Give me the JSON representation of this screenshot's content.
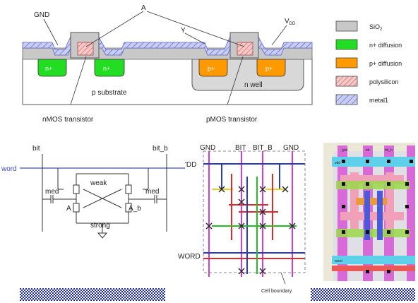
{
  "cross_section": {
    "labels": {
      "gnd": "GND",
      "a": "A",
      "y": "Y",
      "vdd": "V",
      "vdd_sub": "DD",
      "n_plus_left": "n+",
      "n_plus_right": "n+",
      "p_plus_left": "p+",
      "p_plus_right": "p+",
      "p_substrate": "p substrate",
      "n_well": "n well",
      "nmos_transistor": "nMOS transistor",
      "pmos_transistor": "pMOS transistor"
    },
    "colors": {
      "oxide": "#c8c8c8",
      "n_diffusion": "#22dd22",
      "p_diffusion": "#ff9900",
      "polysilicon": "#f4b8b8",
      "metal1": "#b8bff0",
      "hatch": "#5a64c8"
    }
  },
  "legend": {
    "items": [
      {
        "label": "SiO",
        "sub": "2",
        "swatch": "oxide"
      },
      {
        "label": "n+ diffusion",
        "sub": "",
        "swatch": "n_diffusion"
      },
      {
        "label": "p+ diffusion",
        "sub": "",
        "swatch": "p_diffusion"
      },
      {
        "label": "polysilicon",
        "sub": "",
        "swatch": "polysilicon"
      },
      {
        "label": "metal1",
        "sub": "",
        "swatch": "metal1"
      }
    ]
  },
  "schematic": {
    "labels": {
      "bit": "bit",
      "bit_b": "bit_b",
      "word": "word",
      "weak": "weak",
      "med_left": "med",
      "med_right": "med",
      "a": "A",
      "a_b": "A_b",
      "strong": "strong"
    }
  },
  "stick_diagram": {
    "labels": {
      "gnd_left": "GND",
      "bit": "BIT",
      "bit_b": "BIT_B",
      "gnd_right": "GND",
      "vdd": "'DD",
      "word": "WORD",
      "cell_boundary": "Cell boundary"
    }
  },
  "layout": {
    "labels": {
      "vdd": "vdd",
      "word": "word",
      "gnd": "gnd",
      "bit": "bit",
      "bit_b": "bit_b"
    }
  }
}
